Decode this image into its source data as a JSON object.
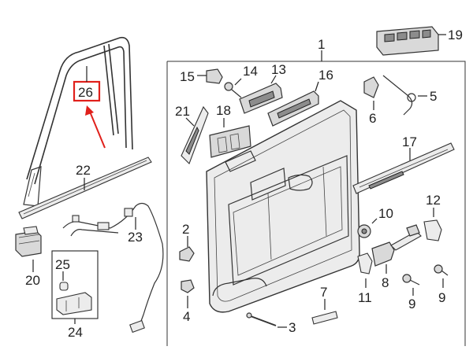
{
  "diagram": {
    "callouts": [
      {
        "id": "c1",
        "label": "1"
      },
      {
        "id": "c2",
        "label": "2"
      },
      {
        "id": "c3",
        "label": "3"
      },
      {
        "id": "c4",
        "label": "4"
      },
      {
        "id": "c5",
        "label": "5"
      },
      {
        "id": "c6",
        "label": "6"
      },
      {
        "id": "c7",
        "label": "7"
      },
      {
        "id": "c8",
        "label": "8"
      },
      {
        "id": "c9a",
        "label": "9"
      },
      {
        "id": "c9b",
        "label": "9"
      },
      {
        "id": "c10",
        "label": "10"
      },
      {
        "id": "c11",
        "label": "11"
      },
      {
        "id": "c12",
        "label": "12"
      },
      {
        "id": "c13",
        "label": "13"
      },
      {
        "id": "c14",
        "label": "14"
      },
      {
        "id": "c15",
        "label": "15"
      },
      {
        "id": "c16",
        "label": "16"
      },
      {
        "id": "c17",
        "label": "17"
      },
      {
        "id": "c18",
        "label": "18"
      },
      {
        "id": "c19",
        "label": "19"
      },
      {
        "id": "c20",
        "label": "20"
      },
      {
        "id": "c21",
        "label": "21"
      },
      {
        "id": "c22",
        "label": "22"
      },
      {
        "id": "c23",
        "label": "23"
      },
      {
        "id": "c24",
        "label": "24"
      },
      {
        "id": "c25",
        "label": "25"
      },
      {
        "id": "c26",
        "label": "26"
      }
    ],
    "highlight": {
      "label": "26",
      "color": "#e0201b"
    }
  }
}
